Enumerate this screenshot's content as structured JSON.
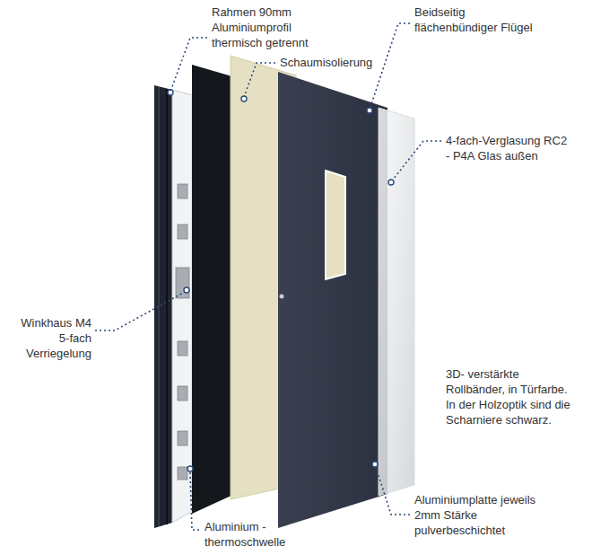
{
  "diagram": {
    "labels": [
      "Rahmen 90mm Aluminiumprofil thermisch getrennt",
      "Beidseitig flächenbündiger Flügel",
      "Schaumisolierung",
      "4-fach-Verglasung RC2 - P4A Glas außen",
      "Winkhaus M4 5-fach Verriegelung",
      "3D- verstärkte Rollbänder, in Türfarbe. In der Holzoptik sind die Scharniere schwarz.",
      "Aluminiumplatte jeweils 2mm Stärke pulverbeschichtet",
      "Aluminium - thermoschwelle"
    ]
  }
}
